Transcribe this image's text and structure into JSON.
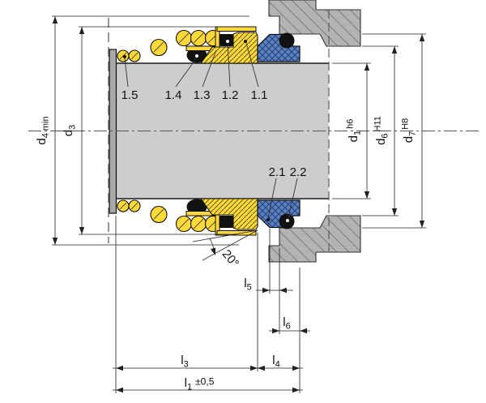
{
  "diagram_title": "mechanical-seal-cross-section-installation-drawing",
  "part_labels": [
    "1.5",
    "1.4",
    "1.3",
    "1.2",
    "1.1",
    "2.1",
    "2.2"
  ],
  "dimensions": {
    "d4": {
      "base": "d",
      "sub": "4 min"
    },
    "d3": {
      "base": "d",
      "sub": "3"
    },
    "d1": {
      "base": "d",
      "sub": "1",
      "fit": "h6"
    },
    "d6": {
      "base": "d",
      "sub": "6",
      "fit": "H11"
    },
    "d7": {
      "base": "d",
      "sub": "7",
      "fit": "H8"
    },
    "l5": {
      "base": "l",
      "sub": "5"
    },
    "l6": {
      "base": "l",
      "sub": "6"
    },
    "l3": {
      "base": "l",
      "sub": "3"
    },
    "l4": {
      "base": "l",
      "sub": "4"
    },
    "l1": {
      "base": "l",
      "sub": "1",
      "tolerance": "±0,5"
    }
  },
  "angle_label": "20°",
  "colors": {
    "spring_yellow": "#ffd83a",
    "seat_blue": "#5b80c0",
    "shaft_gray": "#cdcdcd",
    "housing_gray": "#b3b3b3",
    "elastomer_black": "#111111",
    "line": "#222222"
  }
}
